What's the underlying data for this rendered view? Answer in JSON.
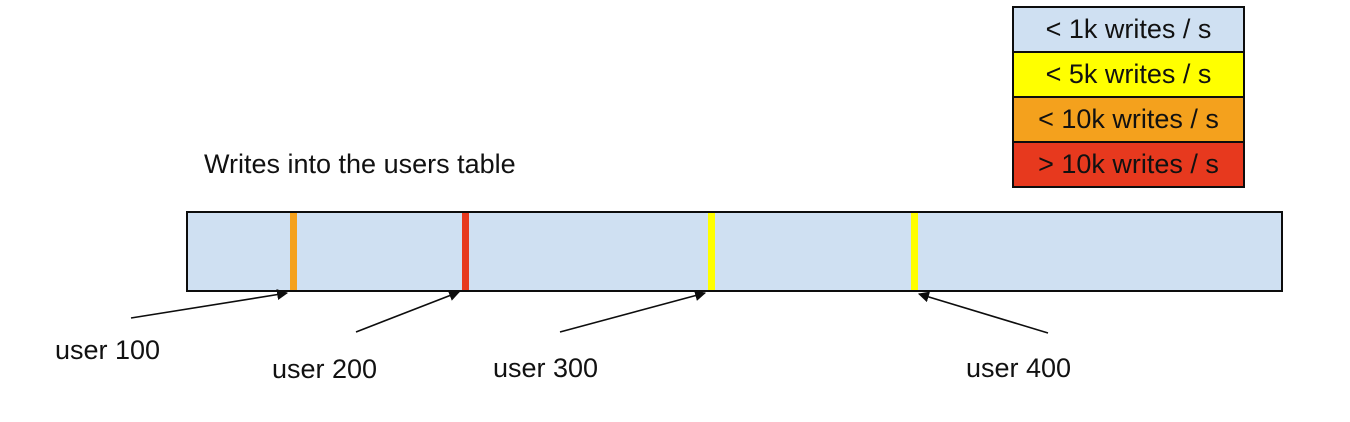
{
  "title": "Writes into the users table",
  "legend": {
    "items": [
      {
        "label": "< 1k writes / s",
        "color": "#cfe0f2"
      },
      {
        "label": "< 5k writes / s",
        "color": "#ffff00"
      },
      {
        "label": "< 10k writes / s",
        "color": "#f4a11d"
      },
      {
        "label": "> 10k writes / s",
        "color": "#e7391e"
      }
    ]
  },
  "bar": {
    "fill": "#cfe0f2",
    "border_color": "#0d0d0d",
    "markers": [
      {
        "label": "user 100",
        "color": "#f4a11d",
        "rate_band": "< 10k writes / s"
      },
      {
        "label": "user 200",
        "color": "#e7391e",
        "rate_band": "> 10k writes / s"
      },
      {
        "label": "user 300",
        "color": "#ffff00",
        "rate_band": "< 5k writes / s"
      },
      {
        "label": "user 400",
        "color": "#ffff00",
        "rate_band": "< 5k writes / s"
      }
    ]
  }
}
